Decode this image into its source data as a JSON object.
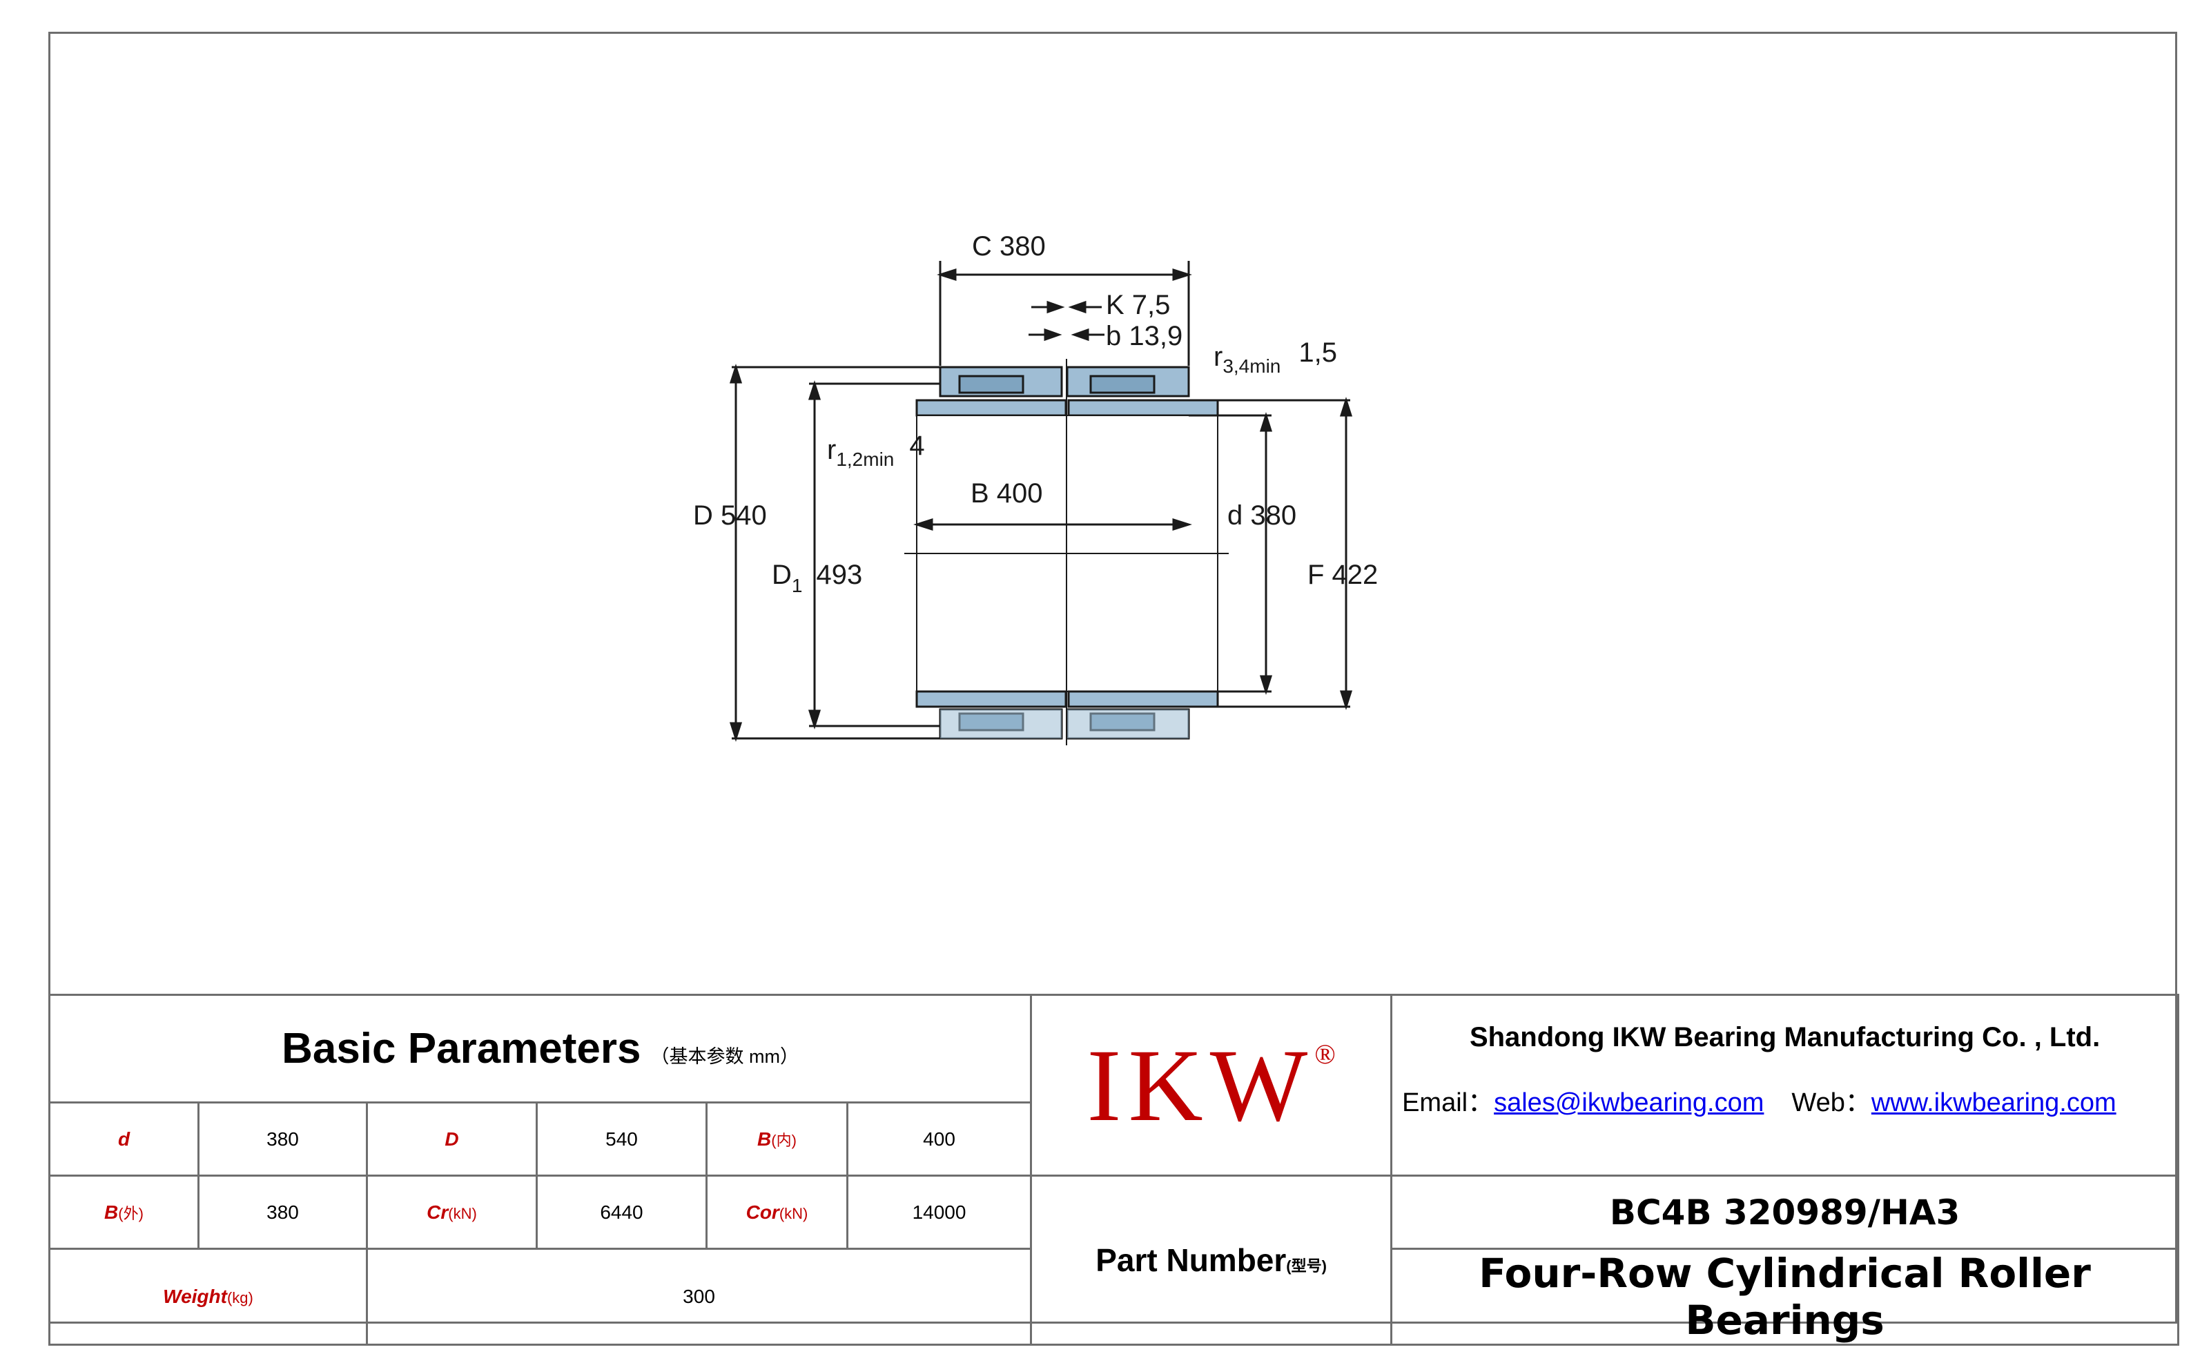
{
  "drawing": {
    "C": "C  380",
    "K": "K  7,5",
    "b": "b  13,9",
    "r34": "r",
    "r34_sub": "3,4min",
    "r34_val": "1,5",
    "r12": "r",
    "r12_sub": "1,2min",
    "r12_val": "4",
    "B": "B  400",
    "d": "d  380",
    "D": "D  540",
    "D1": "D",
    "D1_sub": "1",
    "D1_val": "493",
    "F": "F  422"
  },
  "table": {
    "title": "Basic Parameters",
    "title_sub": "（基本参数 mm）",
    "row1": {
      "d_label": "d",
      "d_value": "380",
      "D_label": "D",
      "D_value": "540",
      "B_in_label": "B",
      "B_in_unit": "(内)",
      "B_in_value": "400"
    },
    "row2": {
      "B_out_label": "B",
      "B_out_unit": "(外)",
      "B_out_value": "380",
      "Cr_label": "Cr",
      "Cr_unit": "(kN)",
      "Cr_value": "6440",
      "Cor_label": "Cor",
      "Cor_unit": "(kN)",
      "Cor_value": "14000"
    },
    "row3": {
      "weight_label": "Weight",
      "weight_unit": "(kg)",
      "weight_value": "300"
    }
  },
  "logo": {
    "text": "IKW",
    "mark": "®"
  },
  "part_number": {
    "label": "Part Number",
    "unit": "(型号)"
  },
  "company": {
    "name": "Shandong IKW Bearing Manufacturing Co. , Ltd.",
    "email_label": "Email：",
    "email": "sales@ikwbearing.com",
    "web_label": "Web：",
    "web": "www.ikwbearing.com"
  },
  "product": {
    "model": "BC4B 320989/HA3",
    "description": "Four-Row Cylindrical Roller Bearings"
  },
  "colors": {
    "accent_red": "#c00000",
    "link_blue": "#0000ee",
    "bearing_blue": "#9fbdd4",
    "border_gray": "#6e6e6e"
  }
}
